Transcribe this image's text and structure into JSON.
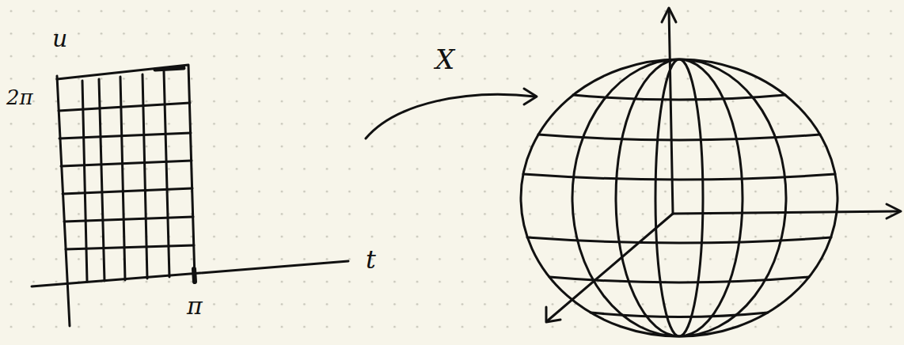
{
  "diagram": {
    "labels": [
      "u",
      "2π",
      "t",
      "π",
      "X"
    ]
  }
}
